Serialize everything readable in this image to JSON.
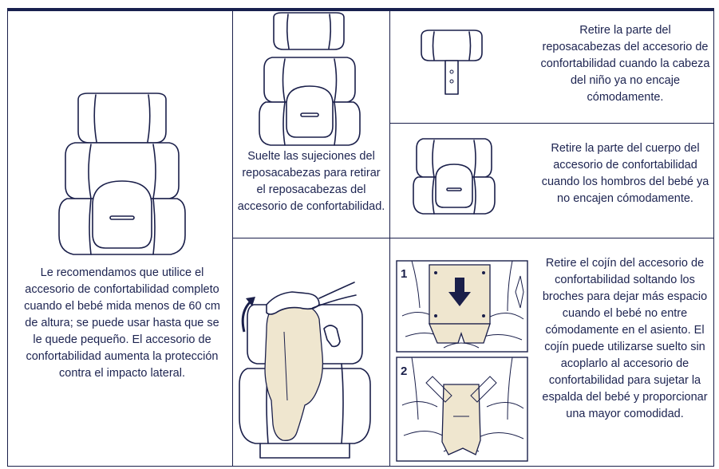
{
  "panels": {
    "full_accessory": {
      "text": "Le recomendamos que utilice el accesorio de confortabilidad completo cuando el bebé mida menos de 60 cm de altura; se puede usar hasta que se le quede pequeño. El accesorio de confortabilidad aumenta la protección contra el impacto lateral."
    },
    "release_headrest": {
      "text": "Suelte las sujeciones del reposacabezas para retirar el reposacabezas del accesorio de confortabilidad."
    },
    "remove_headrest": {
      "text": "Retire la parte del reposacabezas del accesorio de confortabilidad cuando la cabeza del niño ya no encaje cómodamente."
    },
    "remove_body": {
      "text": "Retire la parte del cuerpo del accesorio de confortabilidad cuando los hombros del bebé ya no encajen cómodamente."
    },
    "remove_cushion": {
      "text": "Retire el cojín del accesorio de confortabilidad soltando los broches para dejar más espacio cuando el bebé no entre cómodamente en el asiento. El cojín puede utilizarse suelto sin acoplarlo al accesorio de confortabilidad para sujetar la espalda del bebé y proporcionar una mayor comodidad.",
      "steps": [
        "1",
        "2"
      ]
    }
  },
  "colors": {
    "line": "#1a1f4a",
    "frame_top": "#18204e",
    "cushion": "#efe6cf"
  }
}
